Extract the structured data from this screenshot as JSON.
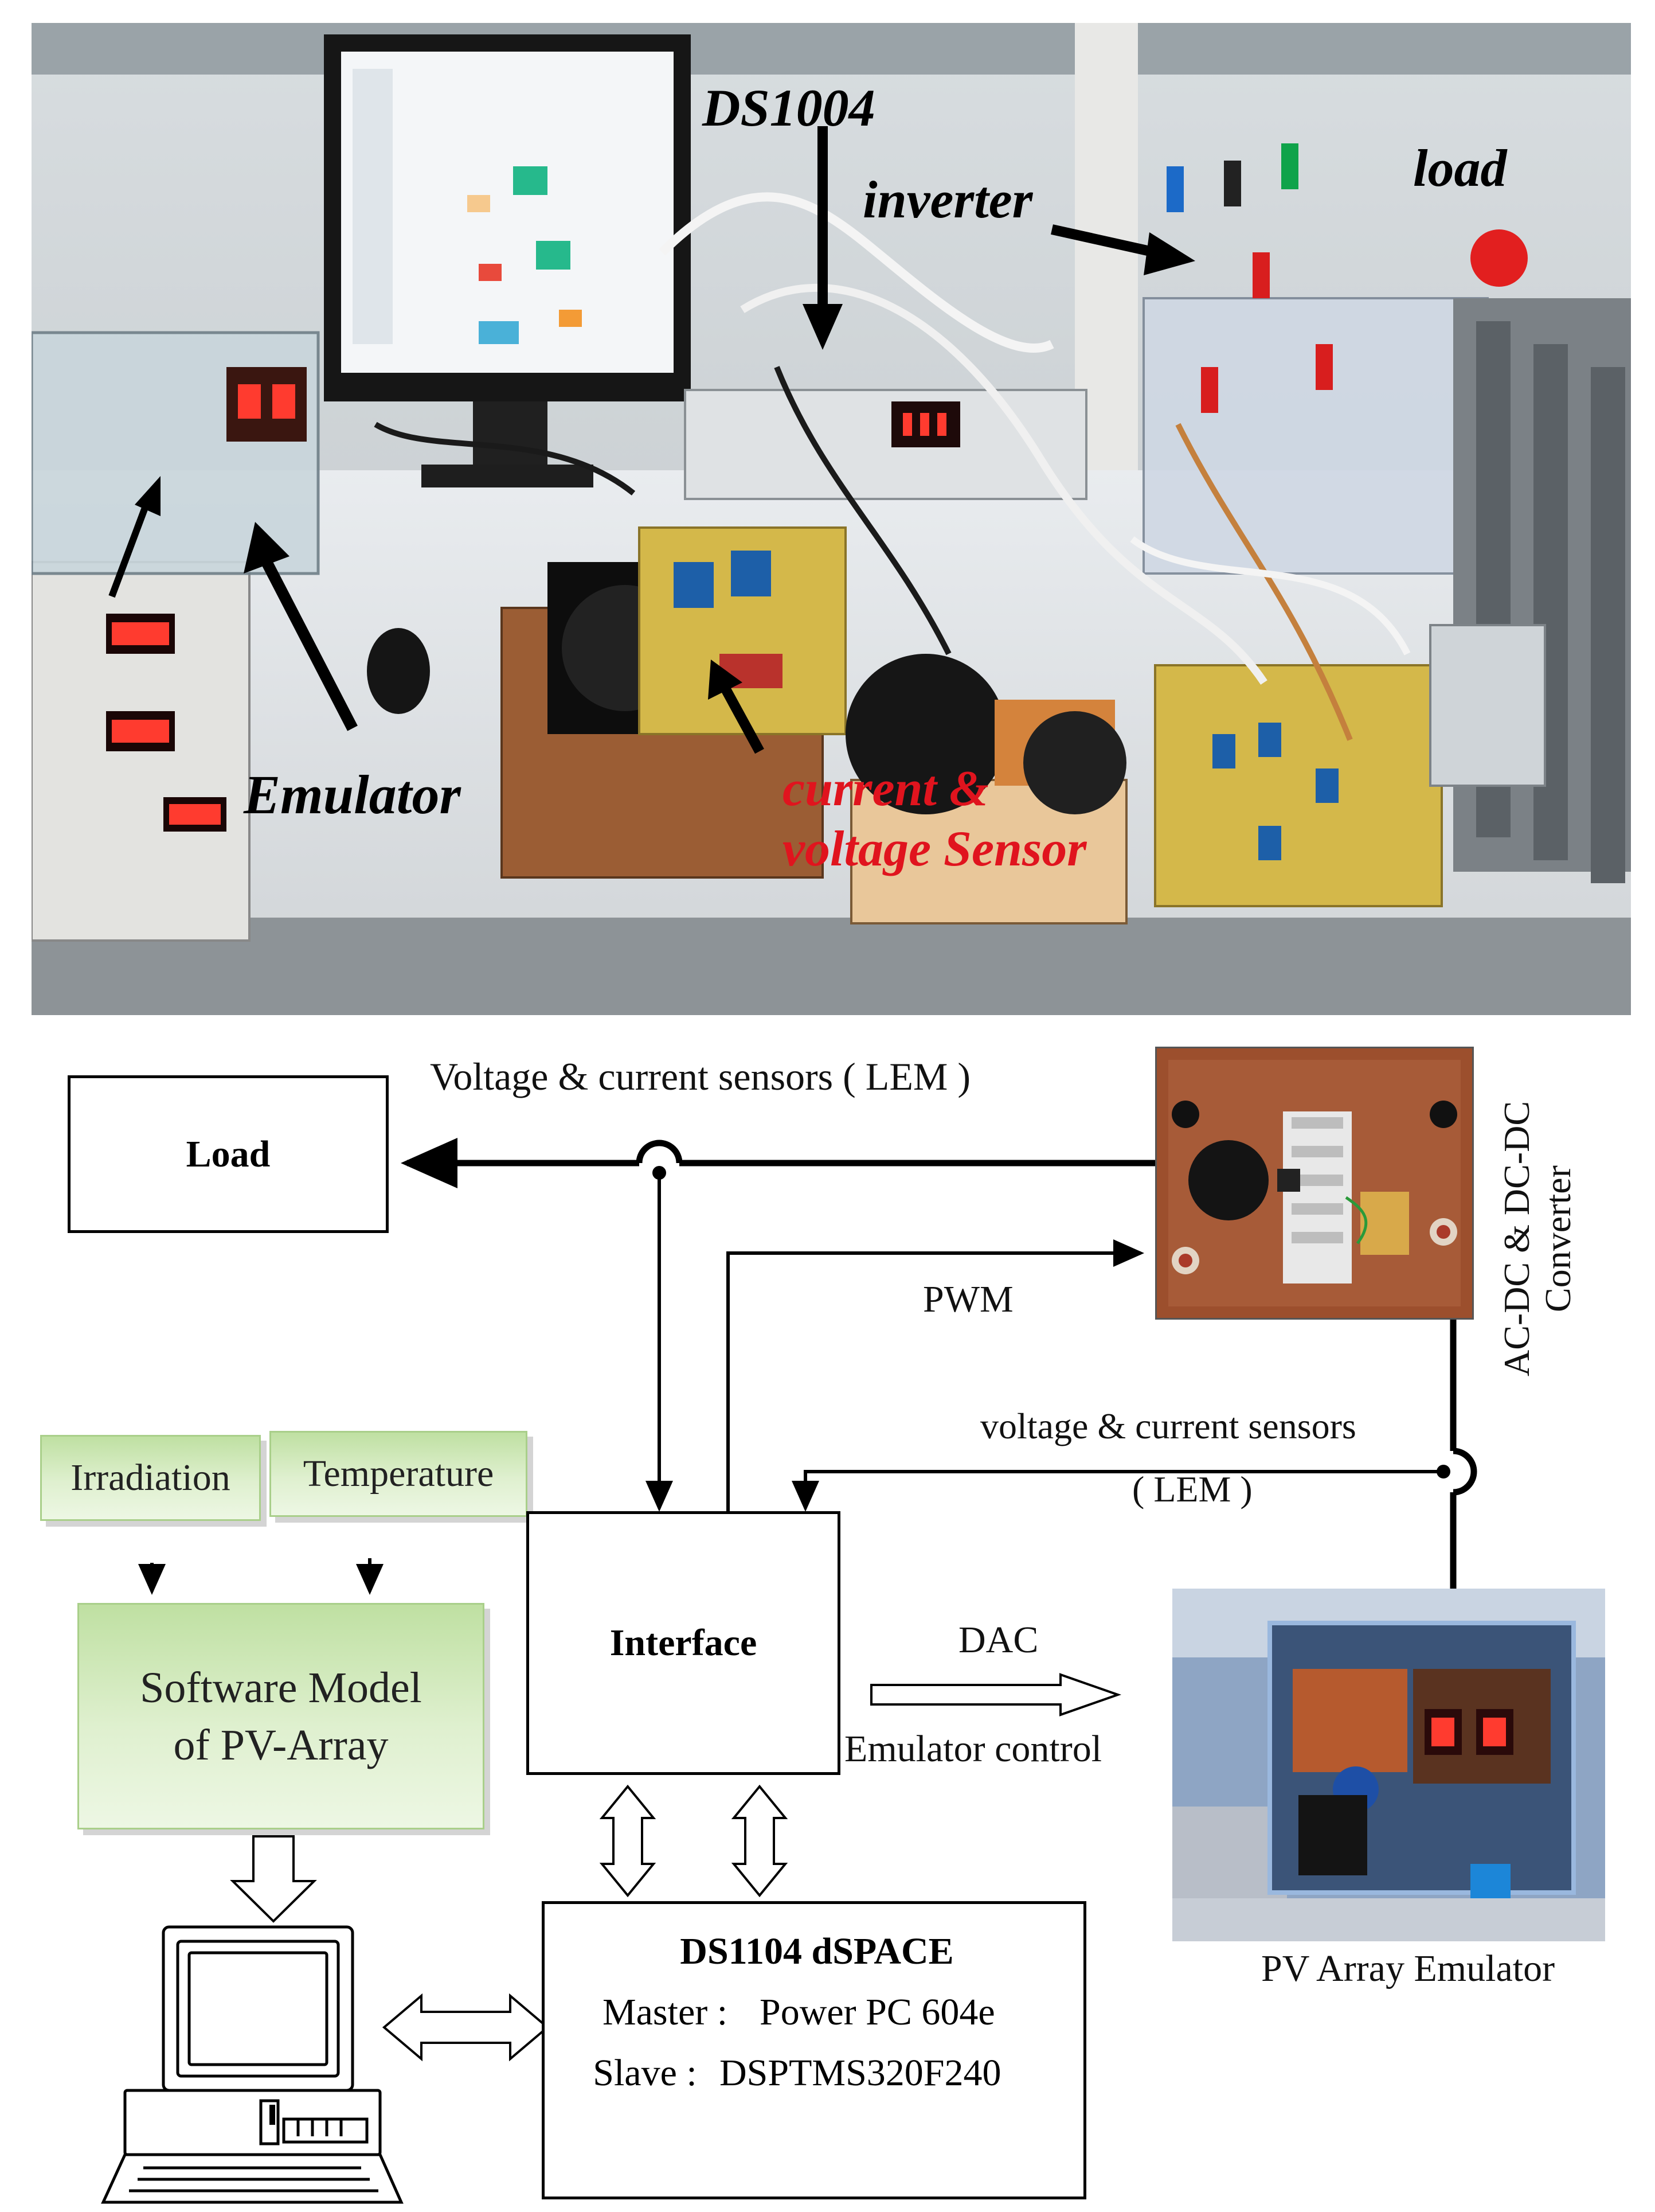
{
  "photo": {
    "labels": {
      "ds1004": "DS1004",
      "inverter": "inverter",
      "load": "load",
      "emulator": "Emulator",
      "sensor_line1": "current &",
      "sensor_line2": "voltage Sensor"
    },
    "colors": {
      "label_black": "#111111",
      "label_red": "#e0141e"
    }
  },
  "diagram": {
    "load_box": "Load",
    "interface_box": "Interface",
    "irradiation": "Irradiation",
    "temperature": "Temperature",
    "software_model_line1": "Software  Model",
    "software_model_line2": "of PV-Array",
    "dspace_title": "DS1104  dSPACE",
    "master_label": "Master :",
    "master_value": "Power PC 604e",
    "slave_label": "Slave :",
    "slave_value": "DSPTMS320F240",
    "top_sensors": "Voltage & current sensors ( LEM )",
    "pwm": "PWM",
    "lower_sensors_line1": "voltage & current sensors",
    "lower_sensors_line2": "( LEM )",
    "dac": "DAC",
    "emulator_control": "Emulator control",
    "converter_line1": "AC-DC & DC-DC",
    "converter_line2": "Converter",
    "pv_emulator_caption": "PV Array Emulator",
    "colors": {
      "green_fill": "#d9edc8",
      "green_border": "#a9cf8a"
    },
    "icons": [
      "computer-icon",
      "double-arrow-icon",
      "hollow-arrow-icon"
    ]
  }
}
